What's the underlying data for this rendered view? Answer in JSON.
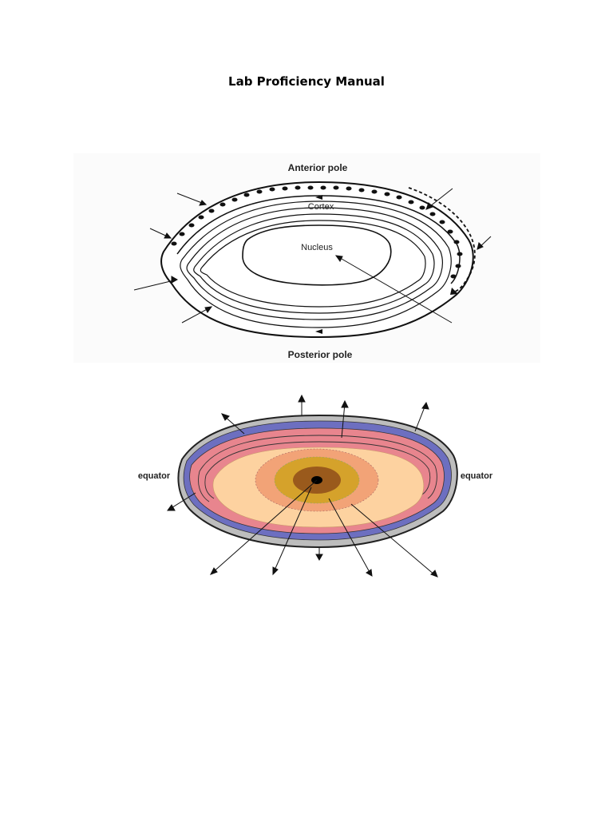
{
  "page": {
    "title": "Lab Proficiency Manual"
  },
  "figure1": {
    "anterior_pole": "Anterior pole",
    "posterior_pole": "Posterior pole",
    "cortex": "Cortex",
    "nucleus": "Nucleus"
  },
  "figure2": {
    "equator_left": "equator",
    "equator_right": "equator"
  },
  "colors": {
    "outer_cortex": "#e8858e",
    "cortex": "#fdd2a0",
    "adult_nucleus": "#f2a377",
    "infantile_nucleus": "#d5a22b",
    "fetal_nucleus": "#9a5a1c",
    "embryonic_nucleus": "#000000",
    "epithelium": "#6d6fc0",
    "capsule": "#8c8c8c"
  }
}
